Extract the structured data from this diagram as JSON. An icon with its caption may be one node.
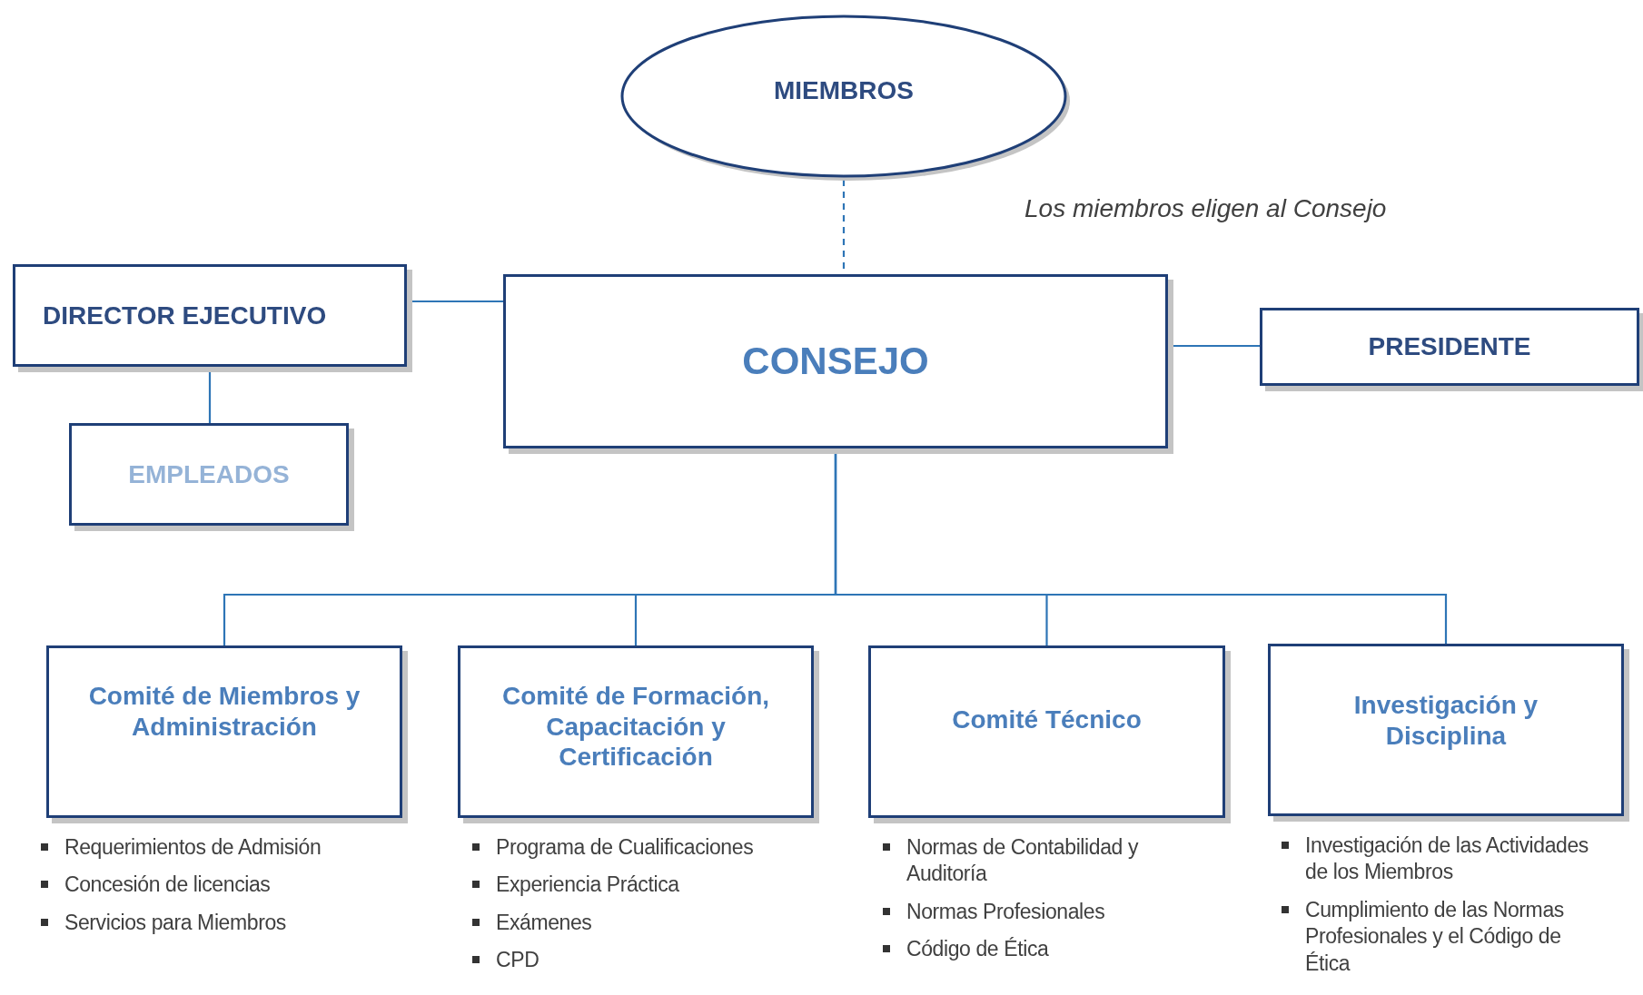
{
  "diagram": {
    "nodes": [
      {
        "text": [
          "MIEMBROS"
        ]
      },
      {
        "text": [
          "DIRECTOR EJECUTIVO"
        ]
      },
      {
        "text": [
          "CONSEJO"
        ]
      },
      {
        "text": [
          "PRESIDENTE"
        ]
      },
      {
        "text": [
          "EMPLEADOS"
        ]
      },
      {
        "text": [
          "Comité de Miembros y Administración"
        ],
        "beside": [
          "Requerimientos de Admisión",
          "Concesión de licencias",
          "Servicios para Miembros"
        ]
      },
      {
        "text": [
          "Comité de  Formación, Capacitación y Certificación"
        ],
        "beside": [
          "Programa de Cualificaciones",
          "Experiencia Práctica",
          "Exámenes",
          "CPD"
        ]
      },
      {
        "text": [
          "Comité Técnico"
        ],
        "beside": [
          "Normas de Contabilidad y Auditoría",
          "Normas Profesionales",
          "Código de Ética"
        ]
      },
      {
        "text": [
          "Investigación y Disciplina"
        ],
        "beside": [
          "Investigación de las Actividades de los Miembros",
          "Cumplimiento de las Normas Profesionales y el Código de Ética"
        ]
      }
    ],
    "edges": [
      {
        "from": 0,
        "to": 2,
        "arrow": "none",
        "style": "dashed"
      },
      {
        "from": 1,
        "to": 2,
        "arrow": "none"
      },
      {
        "from": 1,
        "to": 4,
        "arrow": "none"
      },
      {
        "from": 2,
        "to": 3,
        "arrow": "none"
      },
      {
        "from": 2,
        "to": 5,
        "arrow": "none"
      },
      {
        "from": 2,
        "to": 6,
        "arrow": "none"
      },
      {
        "from": 2,
        "to": 7,
        "arrow": "none"
      },
      {
        "from": 2,
        "to": 8,
        "arrow": "none"
      }
    ],
    "labels": [
      "Los miembros eligen al Consejo"
    ]
  }
}
